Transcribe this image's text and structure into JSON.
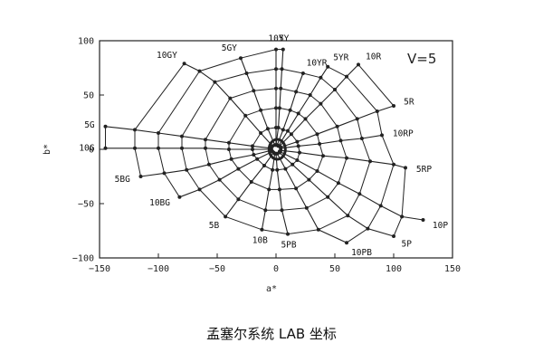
{
  "caption": "孟塞尔系统 LAB 坐标",
  "chart_data": {
    "type": "scatter",
    "value_label": "V=5",
    "xlabel": "a*",
    "ylabel": "b*",
    "xlim": [
      -150,
      150
    ],
    "ylim": [
      -100,
      100
    ],
    "xticks": [
      -150,
      -100,
      -50,
      0,
      50,
      100,
      150
    ],
    "yticks": [
      -100,
      -50,
      0,
      50,
      100
    ],
    "grid": false,
    "chromas": [
      2,
      4,
      6,
      8,
      10,
      12,
      14
    ],
    "hues": [
      {
        "name": "10Y",
        "angle": 90,
        "points": [
          [
            0,
            4
          ],
          [
            0,
            20
          ],
          [
            0,
            38
          ],
          [
            0,
            56
          ],
          [
            0,
            74
          ],
          [
            0,
            92
          ]
        ]
      },
      {
        "name": "5Y",
        "angle": 86,
        "points": [
          [
            0,
            4
          ],
          [
            2,
            20
          ],
          [
            3,
            38
          ],
          [
            4,
            56
          ],
          [
            5,
            74
          ],
          [
            6,
            92
          ]
        ]
      },
      {
        "name": "10YR",
        "angle": 72,
        "points": [
          [
            1,
            4
          ],
          [
            6,
            18
          ],
          [
            12,
            36
          ],
          [
            17,
            53
          ],
          [
            23,
            70
          ]
        ]
      },
      {
        "name": "5YR",
        "angle": 60,
        "points": [
          [
            2,
            3
          ],
          [
            10,
            17
          ],
          [
            19,
            33
          ],
          [
            29,
            50
          ],
          [
            38,
            66
          ],
          [
            44,
            76
          ]
        ]
      },
      {
        "name": "10R",
        "angle": 48,
        "points": [
          [
            3,
            3
          ],
          [
            13,
            14
          ],
          [
            25,
            28
          ],
          [
            38,
            42
          ],
          [
            50,
            55
          ],
          [
            60,
            67
          ],
          [
            70,
            78
          ]
        ]
      },
      {
        "name": "5R",
        "angle": 22,
        "points": [
          [
            4,
            2
          ],
          [
            18,
            7
          ],
          [
            35,
            14
          ],
          [
            52,
            21
          ],
          [
            69,
            28
          ],
          [
            86,
            35
          ],
          [
            100,
            40
          ]
        ]
      },
      {
        "name": "10RP",
        "angle": 8,
        "points": [
          [
            4,
            1
          ],
          [
            19,
            3
          ],
          [
            37,
            5
          ],
          [
            55,
            8
          ],
          [
            73,
            10
          ],
          [
            90,
            13
          ]
        ]
      },
      {
        "name": "5RP",
        "angle": -8,
        "points": [
          [
            4,
            -1
          ],
          [
            20,
            -3
          ],
          [
            40,
            -6
          ],
          [
            60,
            -8
          ],
          [
            80,
            -11
          ],
          [
            100,
            -14
          ],
          [
            110,
            -17
          ]
        ]
      },
      {
        "name": "10P",
        "angle": -30,
        "points": [
          [
            3,
            -2
          ],
          [
            18,
            -10
          ],
          [
            35,
            -20
          ],
          [
            53,
            -31
          ],
          [
            71,
            -41
          ],
          [
            89,
            -52
          ],
          [
            107,
            -62
          ],
          [
            125,
            -65
          ]
        ]
      },
      {
        "name": "5P",
        "angle": -45,
        "points": [
          [
            3,
            -3
          ],
          [
            14,
            -14
          ],
          [
            28,
            -28
          ],
          [
            44,
            -44
          ],
          [
            61,
            -61
          ],
          [
            78,
            -73
          ],
          [
            100,
            -80
          ]
        ]
      },
      {
        "name": "10PB",
        "angle": -65,
        "points": [
          [
            1,
            -4
          ],
          [
            8,
            -18
          ],
          [
            17,
            -36
          ],
          [
            26,
            -54
          ],
          [
            36,
            -74
          ],
          [
            60,
            -86
          ]
        ]
      },
      {
        "name": "5PB",
        "angle": -85,
        "points": [
          [
            0,
            -4
          ],
          [
            1,
            -19
          ],
          [
            3,
            -37
          ],
          [
            5,
            -56
          ],
          [
            10,
            -78
          ]
        ]
      },
      {
        "name": "10B",
        "angle": -100,
        "points": [
          [
            -1,
            -4
          ],
          [
            -3,
            -19
          ],
          [
            -6,
            -37
          ],
          [
            -9,
            -56
          ],
          [
            -12,
            -74
          ]
        ]
      },
      {
        "name": "5B",
        "angle": -125,
        "points": [
          [
            -2,
            -3
          ],
          [
            -10,
            -15
          ],
          [
            -21,
            -30
          ],
          [
            -32,
            -46
          ],
          [
            -43,
            -62
          ]
        ]
      },
      {
        "name": "10BG",
        "angle": -150,
        "points": [
          [
            -3,
            -2
          ],
          [
            -16,
            -9
          ],
          [
            -32,
            -18
          ],
          [
            -48,
            -28
          ],
          [
            -65,
            -37
          ],
          [
            -82,
            -44
          ]
        ]
      },
      {
        "name": "5BG",
        "angle": -166,
        "points": [
          [
            -4,
            -1
          ],
          [
            -19,
            -5
          ],
          [
            -38,
            -9
          ],
          [
            -57,
            -14
          ],
          [
            -76,
            -19
          ],
          [
            -95,
            -22
          ],
          [
            -115,
            -25
          ]
        ]
      },
      {
        "name": "10G",
        "angle": 179,
        "points": [
          [
            -4,
            0
          ],
          [
            -20,
            0
          ],
          [
            -40,
            0
          ],
          [
            -60,
            1
          ],
          [
            -80,
            1
          ],
          [
            -100,
            1
          ],
          [
            -120,
            1
          ],
          [
            -145,
            1
          ]
        ]
      },
      {
        "name": "5G",
        "angle": 171,
        "points": [
          [
            -4,
            1
          ],
          [
            -20,
            3
          ],
          [
            -40,
            6
          ],
          [
            -60,
            9
          ],
          [
            -80,
            12
          ],
          [
            -100,
            15
          ],
          [
            -120,
            18
          ],
          [
            -145,
            21
          ]
        ]
      },
      {
        "name": "10GY",
        "angle": 130,
        "points": [
          [
            -3,
            3
          ],
          [
            -13,
            15
          ],
          [
            -26,
            31
          ],
          [
            -39,
            47
          ],
          [
            -52,
            62
          ],
          [
            -65,
            72
          ],
          [
            -78,
            79
          ]
        ]
      },
      {
        "name": "5GY",
        "angle": 110,
        "points": [
          [
            -1,
            4
          ],
          [
            -7,
            19
          ],
          [
            -13,
            36
          ],
          [
            -19,
            54
          ],
          [
            -25,
            70
          ],
          [
            -30,
            84
          ]
        ]
      }
    ]
  }
}
